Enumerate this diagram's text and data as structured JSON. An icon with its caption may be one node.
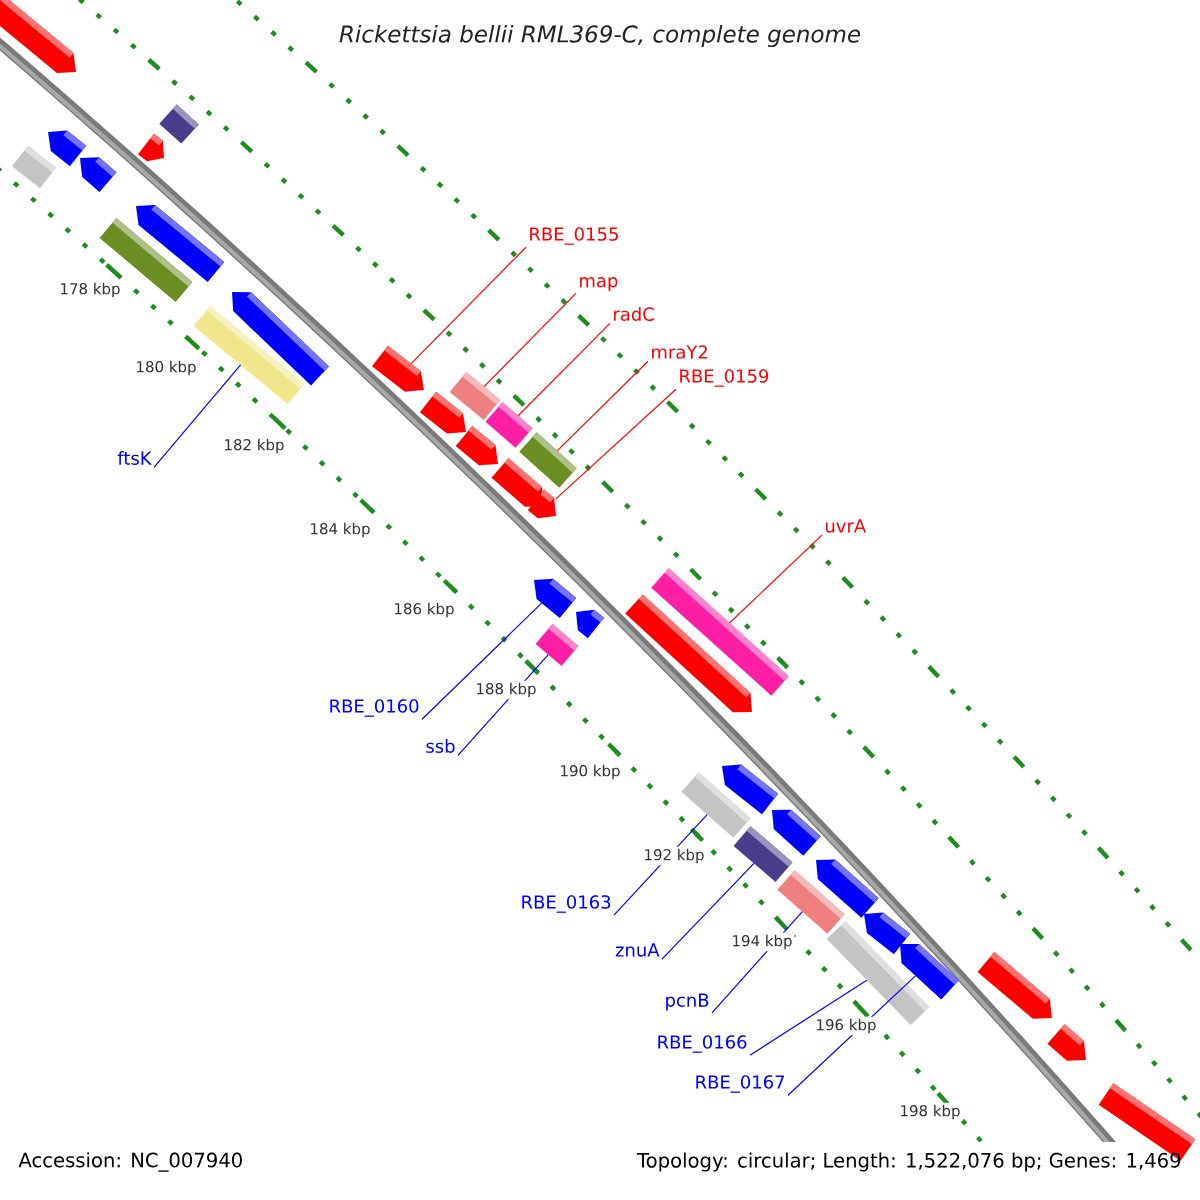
{
  "diagram": {
    "title": "Rickettsia bellii RML369-C, complete genome",
    "nodes": [
      {
        "text": [
          "RBE_0155"
        ]
      },
      {
        "text": [
          "map"
        ]
      },
      {
        "text": [
          "radC"
        ]
      },
      {
        "text": [
          "mraY2"
        ]
      },
      {
        "text": [
          "RBE_0159"
        ]
      },
      {
        "text": [
          "ftsK"
        ]
      },
      {
        "text": [
          "uvrA"
        ]
      },
      {
        "text": [
          "RBE_0160"
        ]
      },
      {
        "text": [
          "ssb"
        ]
      },
      {
        "text": [
          "RBE_0163"
        ]
      },
      {
        "text": [
          "znuA"
        ]
      },
      {
        "text": [
          "pcnB"
        ]
      },
      {
        "text": [
          "RBE_0166"
        ]
      },
      {
        "text": [
          "RBE_0167"
        ]
      },
      {
        "text": [],
        "shape": "bar"
      },
      {
        "text": [],
        "shape": "bar"
      },
      {
        "text": [],
        "shape": "bar"
      },
      {
        "text": [],
        "shape": "bar"
      },
      {
        "text": [],
        "shape": "bar"
      },
      {
        "text": [],
        "shape": "bar"
      },
      {
        "text": [],
        "shape": "bar"
      },
      {
        "text": [],
        "shape": "bar"
      },
      {
        "text": [],
        "shape": "bar"
      },
      {
        "text": [],
        "shape": "bar"
      },
      {
        "text": [],
        "shape": "bar"
      },
      {
        "text": [],
        "shape": "bar"
      },
      {
        "text": [],
        "shape": "bar"
      },
      {
        "text": [],
        "shape": "bar"
      },
      {
        "text": [],
        "shape": "bar"
      },
      {
        "text": [],
        "shape": "bar"
      },
      {
        "text": [],
        "shape": "bar"
      },
      {
        "text": [],
        "shape": "bar"
      },
      {
        "text": [],
        "shape": "bar"
      },
      {
        "text": [],
        "shape": "bar"
      },
      {
        "text": [],
        "shape": "bar"
      },
      {
        "text": [],
        "shape": "bar"
      },
      {
        "text": [],
        "shape": "bar"
      },
      {
        "text": [],
        "shape": "bar"
      },
      {
        "text": [],
        "shape": "bar"
      },
      {
        "text": [],
        "shape": "bar"
      },
      {
        "text": [],
        "shape": "bar"
      },
      {
        "text": [],
        "shape": "bar"
      },
      {
        "text": [],
        "shape": "bar"
      },
      {
        "text": [],
        "shape": "bar"
      },
      {
        "text": [],
        "shape": "bar"
      },
      {
        "text": [],
        "shape": "bar"
      },
      {
        "text": [],
        "shape": "bar"
      },
      {
        "text": [],
        "shape": "bar"
      },
      {
        "text": [],
        "shape": "bar"
      }
    ],
    "edges": [
      {
        "from": 0,
        "to": 24,
        "arrow": "none",
        "color": "#ff0000"
      },
      {
        "from": 1,
        "to": 25,
        "arrow": "none",
        "color": "#ff0000"
      },
      {
        "from": 2,
        "to": 27,
        "arrow": "none",
        "color": "#ff0000"
      },
      {
        "from": 3,
        "to": 29,
        "arrow": "none",
        "color": "#ff0000"
      },
      {
        "from": 4,
        "to": 31,
        "arrow": "none",
        "color": "#ff0000"
      },
      {
        "from": 5,
        "to": 23,
        "arrow": "none"
      },
      {
        "from": 6,
        "to": 34,
        "arrow": "none",
        "color": "#ff0000"
      },
      {
        "from": 7,
        "to": 32,
        "arrow": "none"
      },
      {
        "from": 8,
        "to": 35,
        "arrow": "none"
      },
      {
        "from": 9,
        "to": 38,
        "arrow": "none"
      },
      {
        "from": 10,
        "to": 40,
        "arrow": "none"
      },
      {
        "from": 11,
        "to": 42,
        "arrow": "none"
      },
      {
        "from": 12,
        "to": 45,
        "arrow": "none"
      },
      {
        "from": 13,
        "to": 44,
        "arrow": "none"
      }
    ],
    "labels": [
      "178 kbp",
      "180 kbp",
      "182 kbp",
      "184 kbp",
      "186 kbp",
      "188 kbp",
      "190 kbp",
      "192 kbp",
      "194 kbp",
      "196 kbp",
      "198 kbp",
      "Accession: NC_007940",
      "Topology: circular; Length: 1,522,076 bp; Genes: 1,469"
    ]
  }
}
